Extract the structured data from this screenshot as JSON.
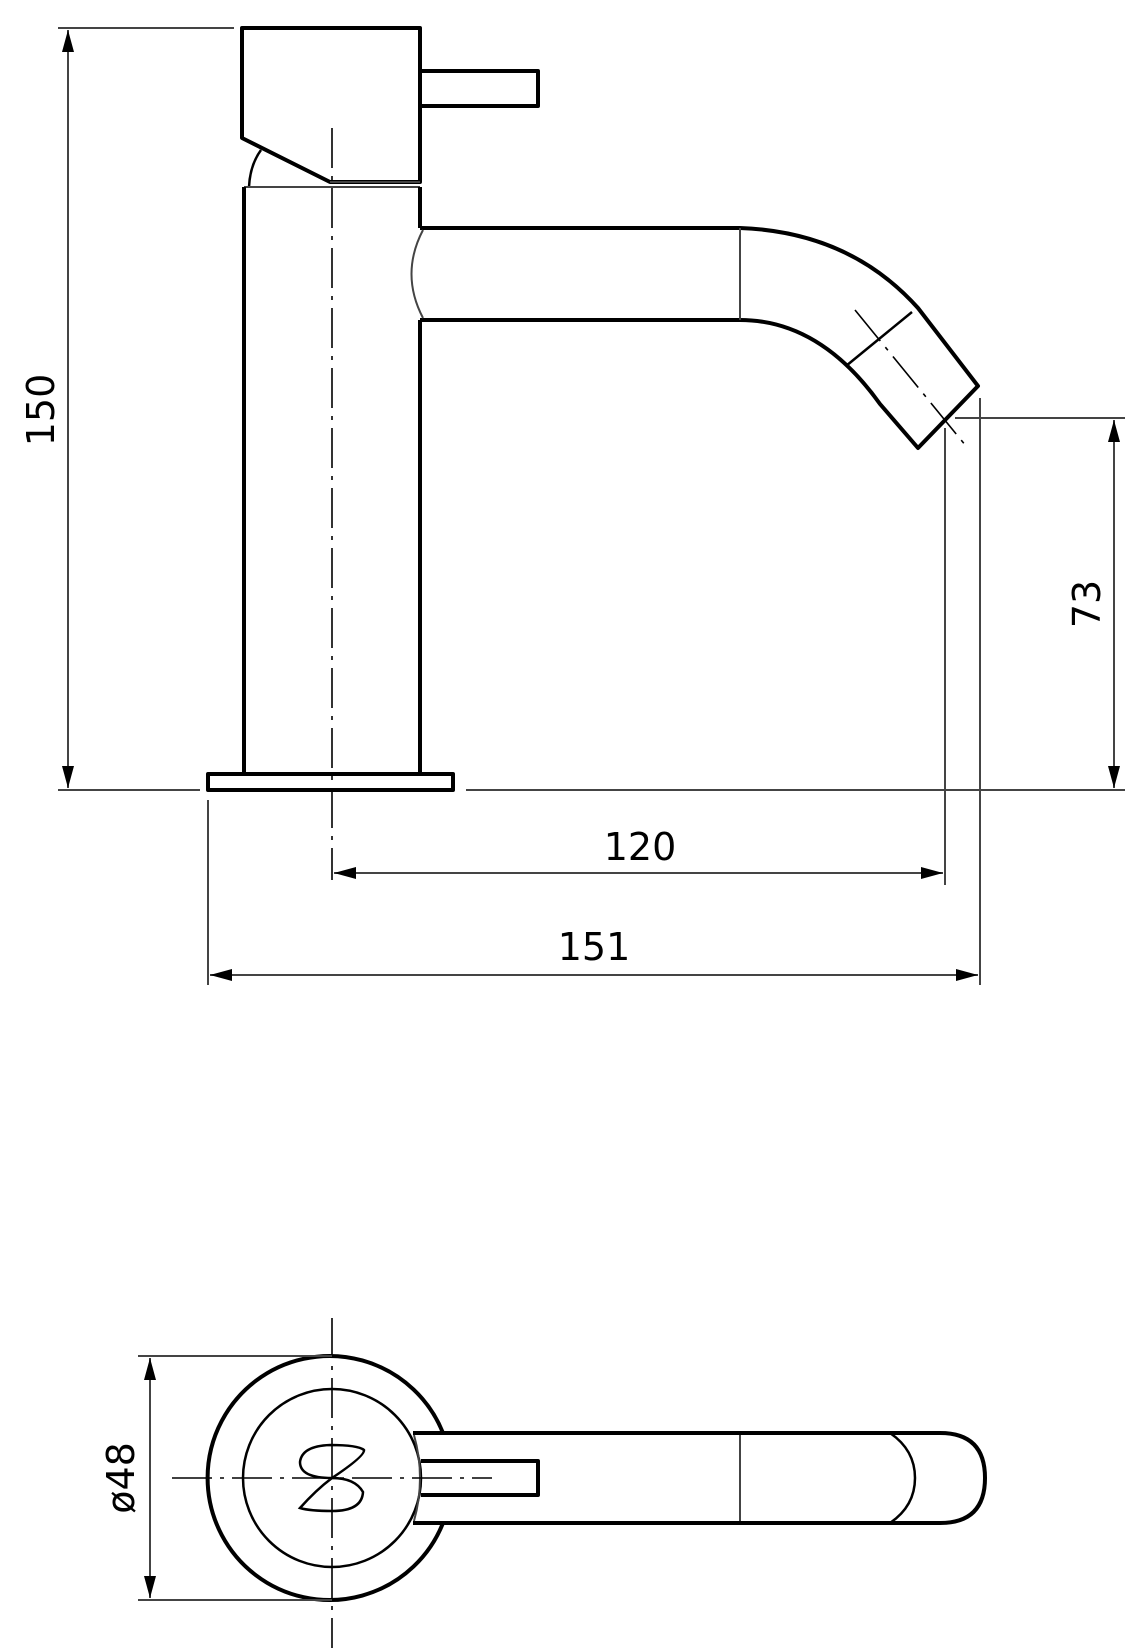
{
  "drawing": {
    "type": "technical-drawing",
    "subject": "single-lever basin tap",
    "views": [
      "side-elevation",
      "top-plan"
    ],
    "line_color": "#000000",
    "background": "#ffffff"
  },
  "dimensions": {
    "total_height": "150",
    "spout_height": "73",
    "spout_reach": "120",
    "total_length": "151",
    "base_diameter": "ø48"
  }
}
